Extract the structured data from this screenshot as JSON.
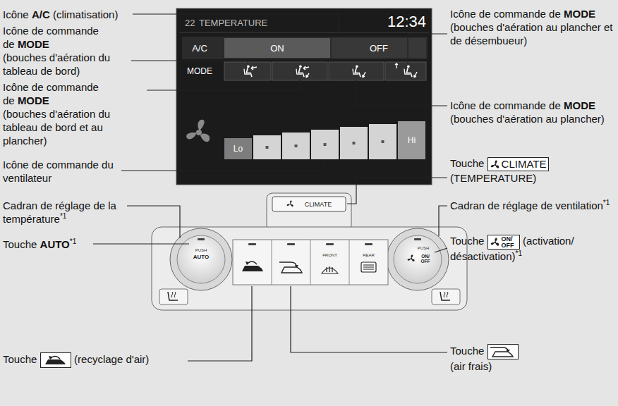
{
  "diagram": {
    "labels": [
      "Icône",
      "A/C",
      "(climatisation)",
      "Icône de commande de",
      "MODE",
      "(bouches d'aération du tableau de bord)",
      "Icône de commande de",
      "MODE",
      "(bouches d'aération du tableau de bord et au plancher)",
      "Icône de commande du ventilateur",
      "Cadran de réglage de la température",
      "*1",
      "Touche",
      "AUTO",
      "*1",
      "Touche",
      "(recyclage d'air)",
      "Icône de commande de",
      "MODE",
      "(bouches d'aération au plancher et de désembueur)",
      "Icône de commande de",
      "MODE",
      "(bouches d'aération au plancher)",
      "Touche",
      "CLIMATE",
      "(TEMPERATURE)",
      "Cadran de réglage de ventilation",
      "*1",
      "Touche",
      "ON/ OFF",
      "(activation/ désactivation)",
      "*1",
      "Touche",
      "(air frais)",
      "22",
      "TEMPERATURE",
      "12:34",
      "A/C",
      "ON",
      "OFF",
      "MODE",
      "Lo",
      "Hi",
      "CLIMATE",
      "PUSH",
      "AUTO",
      "PUSH",
      "ON/ OFF",
      "FRONT",
      "REAR"
    ]
  }
}
